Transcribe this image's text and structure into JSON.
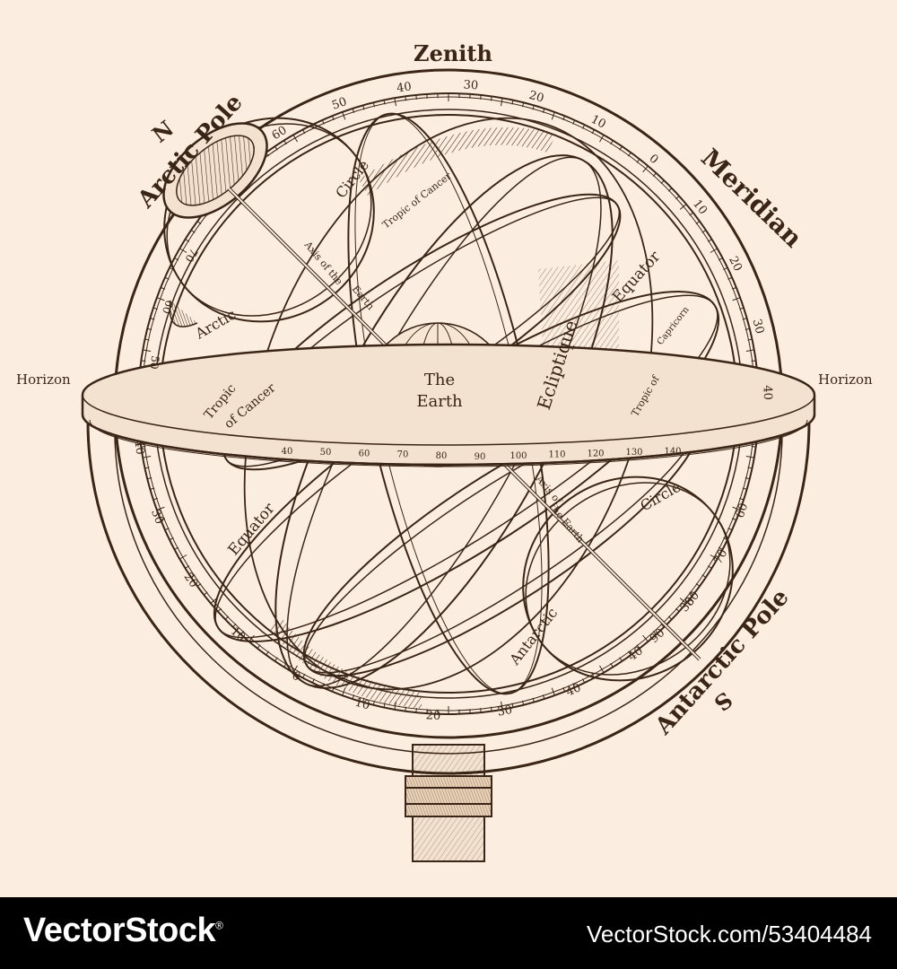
{
  "labels": {
    "zenith": "Zenith",
    "meridian": "Meridian",
    "horizon_left": "Horizon",
    "horizon_right": "Horizon",
    "north": "N",
    "south": "S",
    "arctic_pole": "Arctic Pole",
    "antarctic_pole": "Antarctic Pole",
    "arctic_circle_1": "Arctic",
    "arctic_circle_2": "Circle",
    "antarctic_circle_1": "Antarctic",
    "antarctic_circle_2": "Circle",
    "tropic_cancer_top": "Tropic of Cancer",
    "tropic_cancer_left_1": "Tropic",
    "tropic_cancer_left_2": "of Cancer",
    "tropic_capricorn_1": "Tropic of",
    "tropic_capricorn_2": "Capricorn",
    "axis_upper_1": "Axis of the",
    "axis_upper_2": "Earth",
    "axis_lower_1": "Axis of",
    "axis_lower_2": "the Earth",
    "equator_right": "Equator",
    "equator_left": "Equator",
    "ecliptique": "Ecliptique",
    "earth_1": "The",
    "earth_2": "Earth"
  },
  "meridian_scale": [
    "60",
    "50",
    "40",
    "30",
    "20",
    "10",
    "0",
    "10",
    "20",
    "30",
    "40"
  ],
  "left_scale": [
    "70",
    "60",
    "50"
  ],
  "lower_scale": [
    "40",
    "30",
    "20",
    "10",
    "0",
    "10",
    "20",
    "30",
    "40",
    "40",
    "30"
  ],
  "horizon_scale": [
    "40",
    "50",
    "60",
    "70",
    "80",
    "90",
    "100",
    "110",
    "120",
    "130",
    "140"
  ],
  "right_lower_scale": [
    "60",
    "70",
    "80",
    "90"
  ],
  "footer": {
    "brand": "VectorStock",
    "brand_mark": "®",
    "credit": "VectorStock.com/53404484"
  },
  "colors": {
    "background": "#fbeee0",
    "ink": "#3a2516",
    "footer": "#000000"
  }
}
